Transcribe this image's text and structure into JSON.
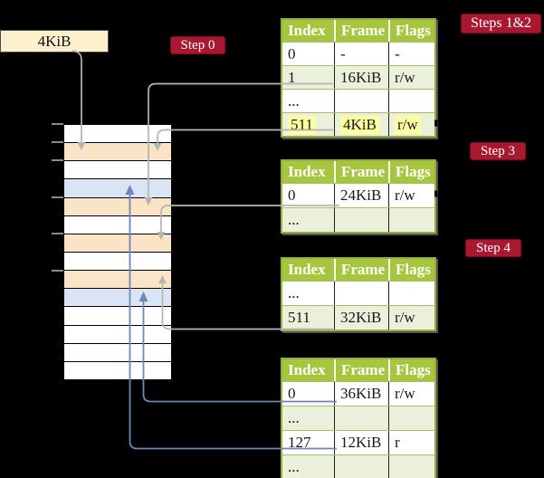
{
  "colors": {
    "background": "#000000",
    "badge_red": "#a81931",
    "table_header_green": "#a6c73d",
    "table_border_green": "#94ad3f",
    "table_row_green": "#eaf0da",
    "highlight_yellow": "#fdfda4",
    "frame_box_cream": "#fdf1cd",
    "memory_page_table_peach": "#fbe3c5",
    "memory_mapped_page_blue": "#d9e5f5",
    "arrow_gray": "#b4b4b4",
    "arrow_blue": "#6b87b8"
  },
  "frame_box": {
    "label": "4KiB"
  },
  "badges": {
    "step0": "Step 0",
    "steps12": "Steps 1&2",
    "step3": "Step 3",
    "step4": "Step 4"
  },
  "memory_column": {
    "rows": [
      "empty",
      "page-table",
      "empty",
      "mapped-page",
      "page-table",
      "empty",
      "page-table",
      "empty",
      "page-table",
      "mapped-page",
      "empty",
      "empty",
      "empty",
      "empty"
    ]
  },
  "tables": [
    {
      "headers": [
        "Index",
        "Frame",
        "Flags"
      ],
      "rows": [
        {
          "cells": [
            "0",
            "-",
            "-"
          ]
        },
        {
          "cells": [
            "1",
            "16KiB",
            "r/w"
          ]
        },
        {
          "cells": [
            "...",
            "",
            ""
          ]
        },
        {
          "cells": [
            "511",
            "4KiB",
            "r/w"
          ]
        }
      ]
    },
    {
      "headers": [
        "Index",
        "Frame",
        "Flags"
      ],
      "rows": [
        {
          "cells": [
            "0",
            "24KiB",
            "r/w"
          ]
        },
        {
          "cells": [
            "...",
            "",
            ""
          ]
        }
      ]
    },
    {
      "headers": [
        "Index",
        "Frame",
        "Flags"
      ],
      "rows": [
        {
          "cells": [
            "...",
            "",
            ""
          ]
        },
        {
          "cells": [
            "511",
            "32KiB",
            "r/w"
          ]
        }
      ]
    },
    {
      "headers": [
        "Index",
        "Frame",
        "Flags"
      ],
      "rows": [
        {
          "cells": [
            "0",
            "36KiB",
            "r/w"
          ]
        },
        {
          "cells": [
            "...",
            "",
            ""
          ]
        },
        {
          "cells": [
            "127",
            "12KiB",
            "r"
          ]
        },
        {
          "cells": [
            "...",
            "",
            ""
          ]
        }
      ]
    }
  ]
}
